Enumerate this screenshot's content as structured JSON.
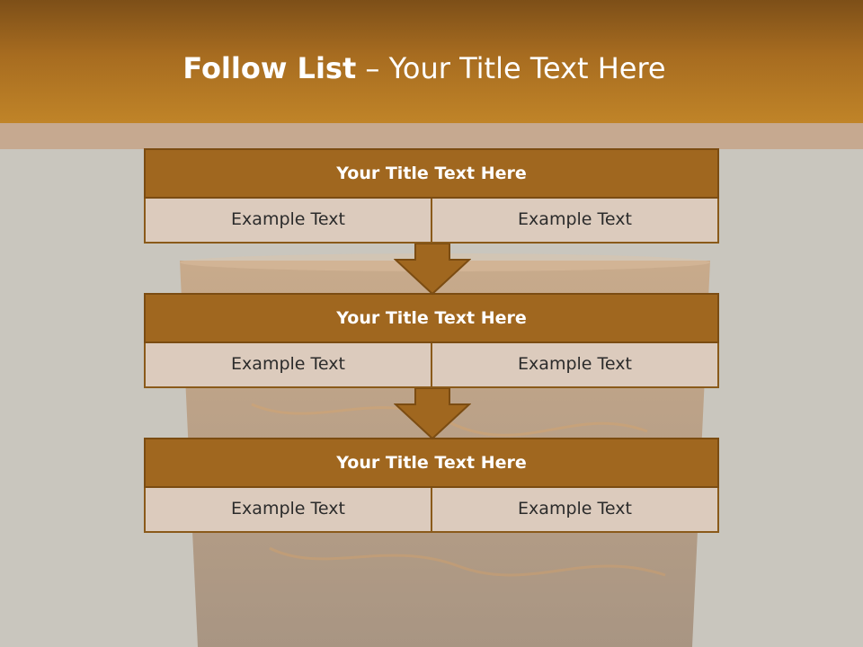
{
  "slide": {
    "title_bold": "Follow List",
    "title_rest": "– Your Title Text Here"
  },
  "blocks": [
    {
      "title": "Your Title Text Here",
      "cells": [
        "Example Text",
        "Example Text"
      ]
    },
    {
      "title": "Your Title Text Here",
      "cells": [
        "Example Text",
        "Example Text"
      ]
    },
    {
      "title": "Your Title Text Here",
      "cells": [
        "Example Text",
        "Example Text"
      ]
    }
  ],
  "colors": {
    "header": "#a76c20",
    "block_title": "#a0671f",
    "block_cell": "#dccbbd",
    "background": "#c9c6be"
  }
}
